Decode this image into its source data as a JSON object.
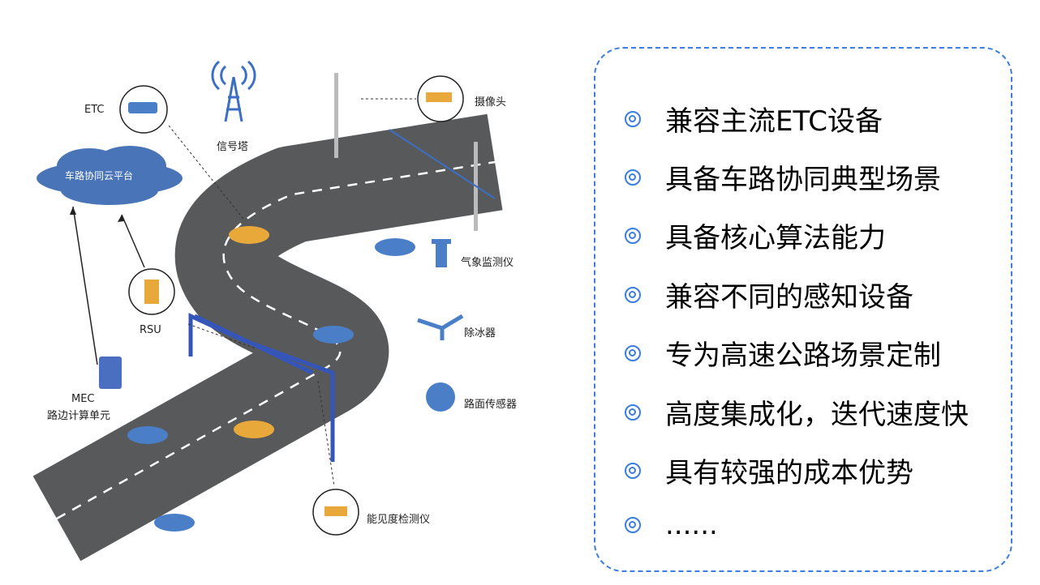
{
  "diagram": {
    "labels": {
      "etc": "ETC",
      "tower": "信号塔",
      "cloud": "车路协同云平台",
      "camera": "摄像头",
      "weather": "气象监测仪",
      "deicer": "除冰器",
      "road_sensor": "路面传感器",
      "rsu": "RSU",
      "mec_line1": "MEC",
      "mec_line2": "路边计算单元",
      "visibility": "能见度检测仪"
    },
    "colors": {
      "road": "#58595b",
      "accent": "#3b7de0",
      "car_yellow": "#e8a93a",
      "car_blue": "#4a7fc8",
      "cloud": "#4a74b8"
    }
  },
  "features": [
    "兼容主流ETC设备",
    "具备车路协同典型场景",
    "具备核心算法能力",
    "兼容不同的感知设备",
    "专为高速公路场景定制",
    "高度集成化，迭代速度快",
    "具有较强的成本优势",
    "......"
  ]
}
